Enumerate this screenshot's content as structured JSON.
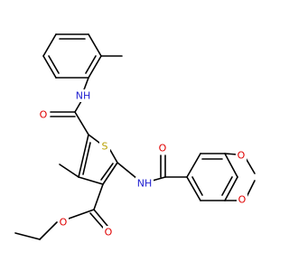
{
  "molecule": {
    "atom_labels": {
      "nh_amide_top": "NH",
      "o_amide_top": "O",
      "s_thiophene": "S",
      "nh_amide_right": "NH",
      "o_amide_right": "O",
      "o_dioxole_upper": "O",
      "o_dioxole_lower": "O",
      "o_ester_carbonyl": "O",
      "o_ester_ether": "O"
    },
    "colors": {
      "bond": "#000000",
      "nitrogen": "#1f1fd0",
      "oxygen": "#e00000",
      "sulfur": "#b8a000"
    }
  }
}
